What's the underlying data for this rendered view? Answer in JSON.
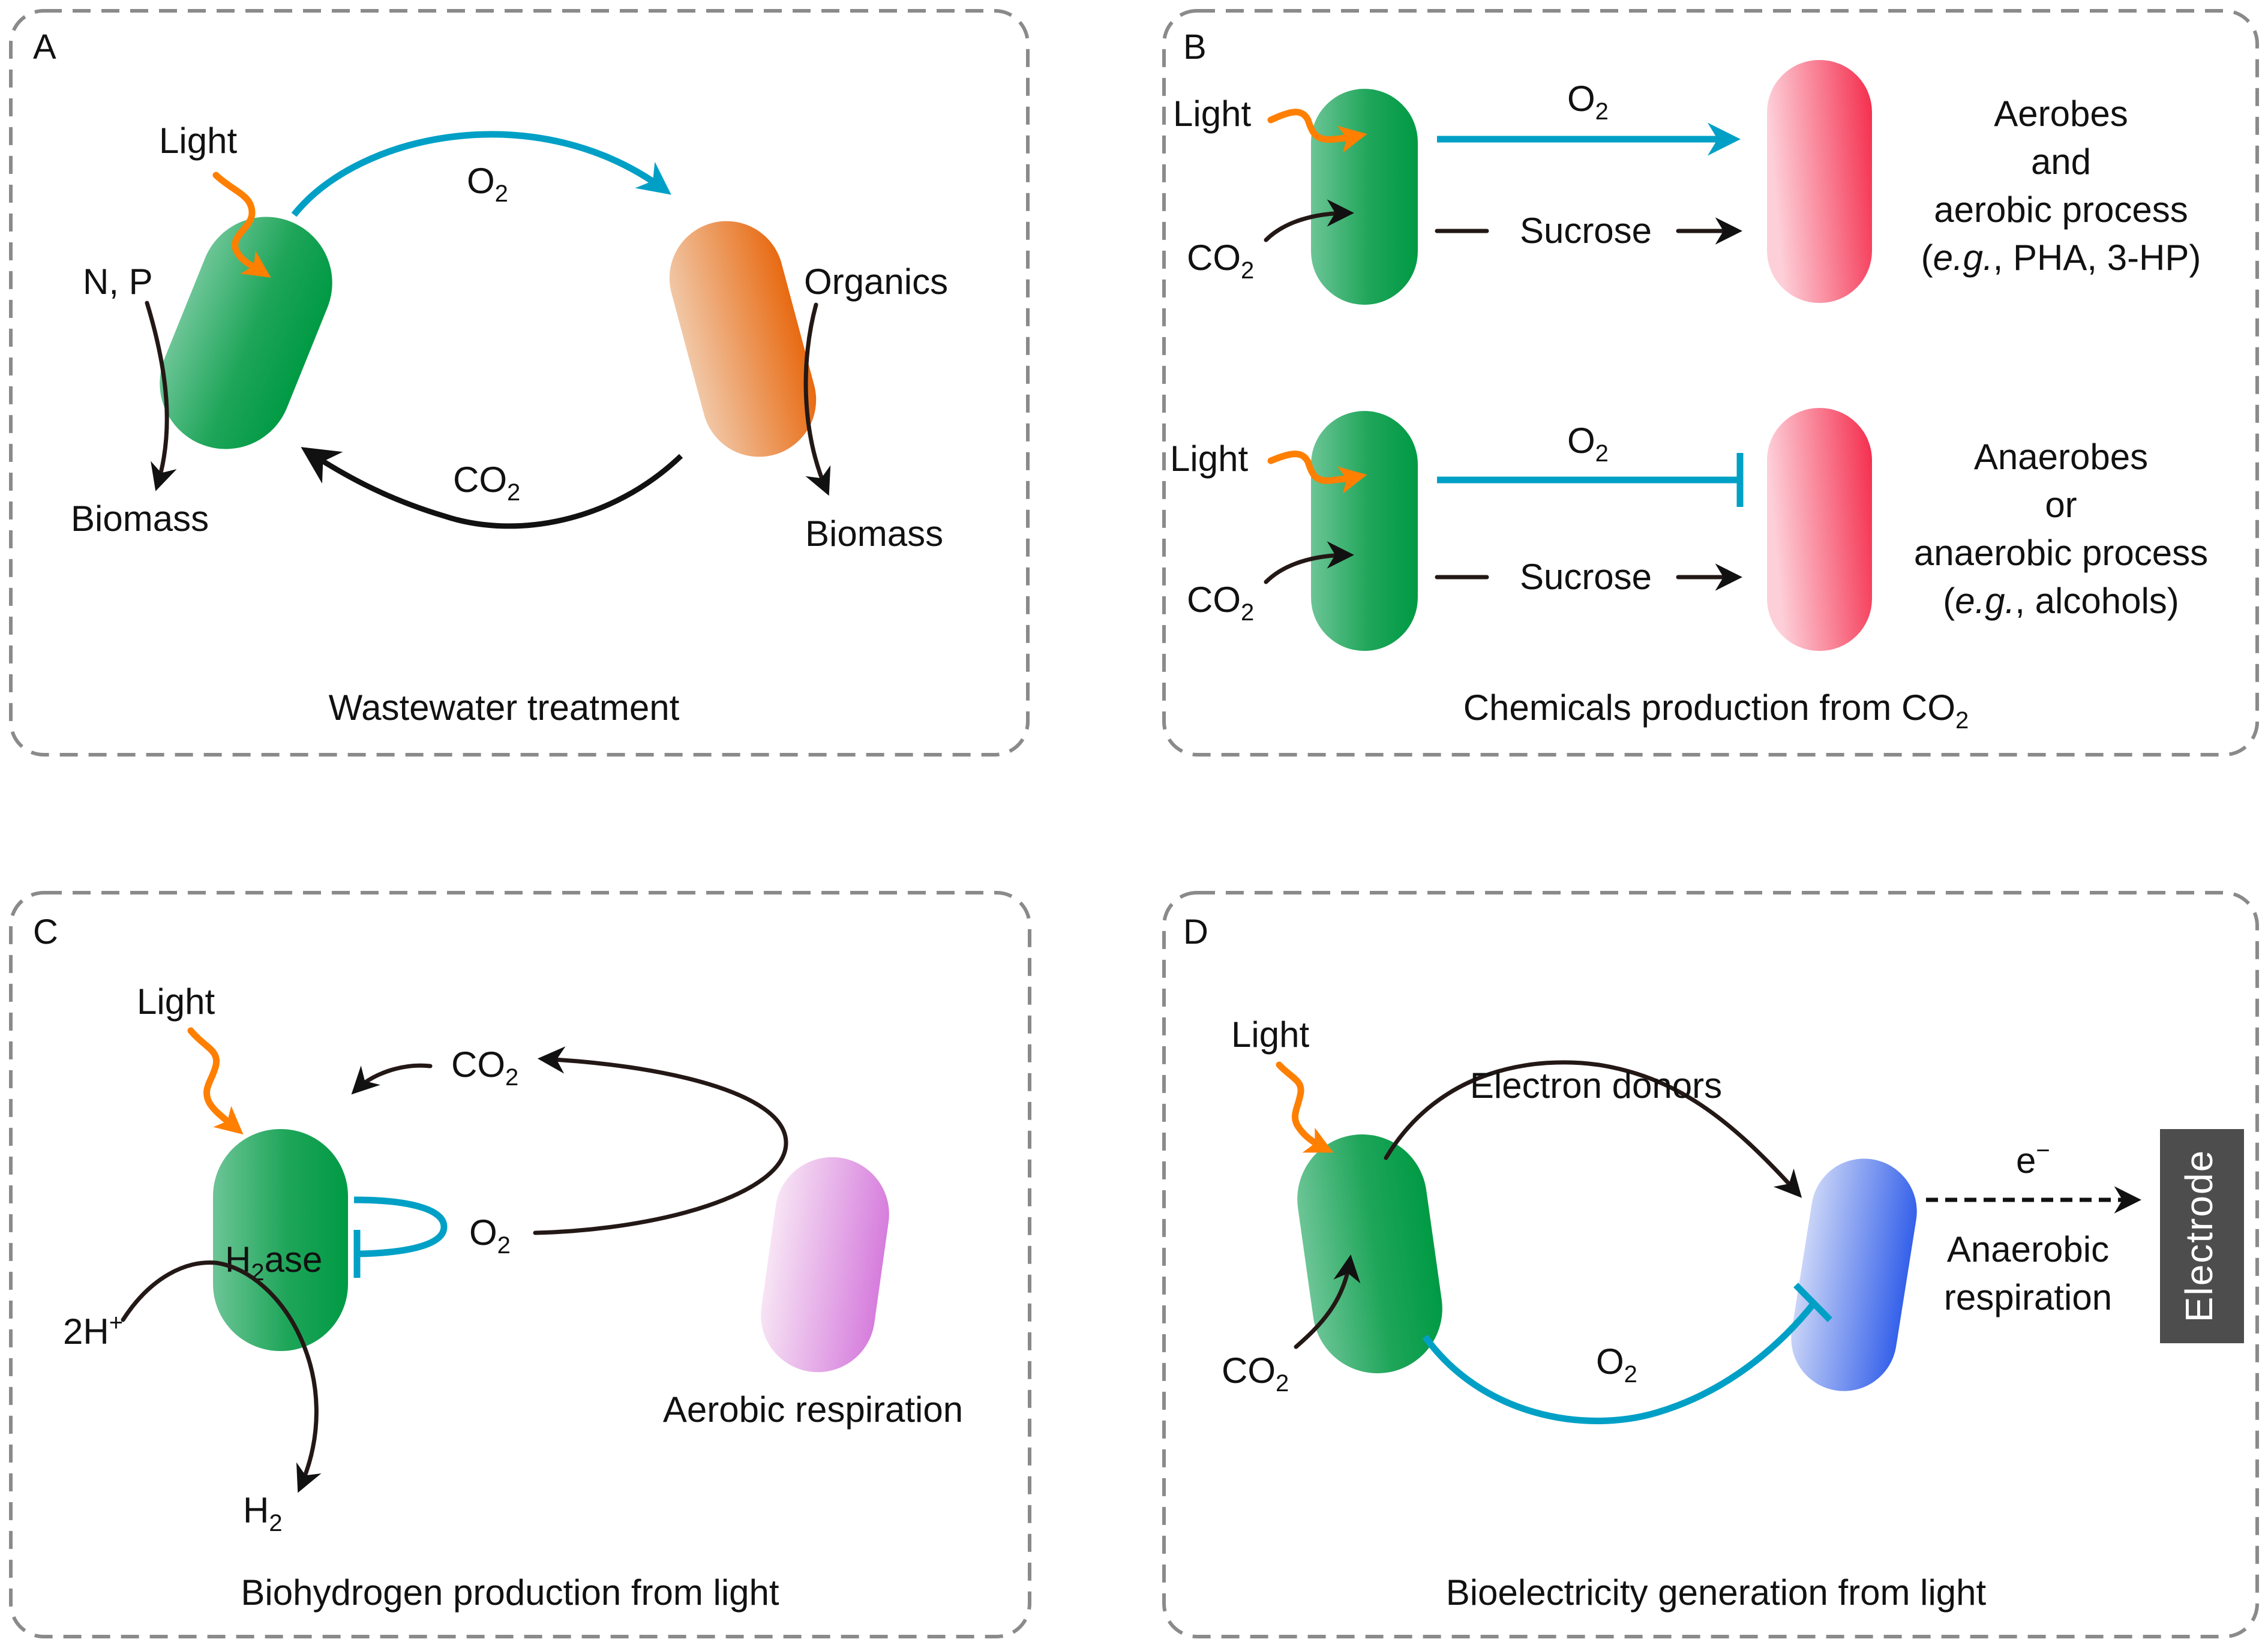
{
  "figure": {
    "panels": [
      {
        "letter": "A",
        "caption": "Wastewater treatment",
        "labels": {
          "light": "Light",
          "nutrients": "N, P",
          "biomass_left": "Biomass",
          "organics": "Organics",
          "biomass_right": "Biomass",
          "o2": "O",
          "o2_sub": "2",
          "co2": "CO",
          "co2_sub": "2"
        }
      },
      {
        "letter": "B",
        "caption": "Chemicals production from CO",
        "caption_sub": "2",
        "top": {
          "light": "Light",
          "co2": "CO",
          "co2_sub": "2",
          "o2": "O",
          "o2_sub": "2",
          "sucrose": "Sucrose",
          "desc": [
            "Aerobes",
            "and",
            "aerobic process"
          ],
          "example_prefix": "(",
          "example_italic": "e.g.",
          "example_rest": ", PHA, 3-HP)"
        },
        "bottom": {
          "light": "Light",
          "co2": "CO",
          "co2_sub": "2",
          "o2": "O",
          "o2_sub": "2",
          "sucrose": "Sucrose",
          "desc": [
            "Anaerobes",
            "or",
            "anaerobic process"
          ],
          "example_prefix": "(",
          "example_italic": "e.g.",
          "example_rest": ", alcohols)"
        }
      },
      {
        "letter": "C",
        "caption": "Biohydrogen production from light",
        "labels": {
          "light": "Light",
          "co2": "CO",
          "co2_sub": "2",
          "o2": "O",
          "o2_sub": "2",
          "h2ase_h": "H",
          "h2ase_sub": "2",
          "h2ase_rest": "ase",
          "protons": "2H",
          "protons_sup": "+",
          "h2": "H",
          "h2_sub": "2",
          "aerobic_respiration": "Aerobic respiration"
        }
      },
      {
        "letter": "D",
        "caption": "Bioelectricity generation from light",
        "labels": {
          "light": "Light",
          "co2": "CO",
          "co2_sub": "2",
          "electron_donors": "Electron donors",
          "o2": "O",
          "o2_sub": "2",
          "electron": "e",
          "electron_sup": "−",
          "anaerobic": "Anaerobic",
          "respiration": "respiration",
          "electrode": "Electrode"
        }
      }
    ],
    "colors": {
      "frame": "#8a8a8a",
      "light_arrow": "#ff7f00",
      "oxygen": "#00a0c6",
      "cyanobacteria": [
        "#6cc596",
        "#009a44"
      ],
      "heterotroph_a": [
        "#f1c7a6",
        "#e86a12"
      ],
      "heterotroph_b": [
        "#fdd0d9",
        "#f42a4a"
      ],
      "heterotroph_c": [
        "#f7e4f4",
        "#d67ddd"
      ],
      "heterotroph_d": [
        "#c9d4f7",
        "#3561ea"
      ],
      "electrode": "#4d4d4d"
    }
  }
}
